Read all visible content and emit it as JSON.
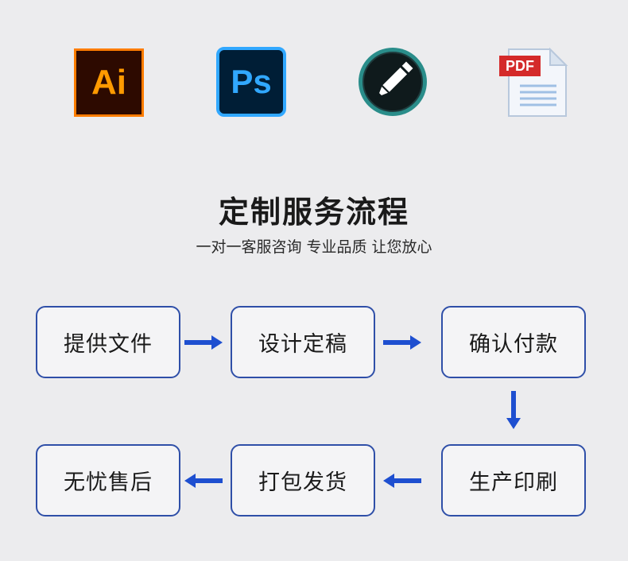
{
  "software_icons": {
    "ai_label": "Ai",
    "ps_label": "Ps",
    "pdf_label": "PDF"
  },
  "heading": {
    "title": "定制服务流程",
    "subtitle": "一对一客服咨询 专业品质 让您放心"
  },
  "process": {
    "steps": [
      {
        "label": "提供文件"
      },
      {
        "label": "设计定稿"
      },
      {
        "label": "确认付款"
      },
      {
        "label": "生产印刷"
      },
      {
        "label": "打包发货"
      },
      {
        "label": "无忧售后"
      }
    ]
  },
  "colors": {
    "background": "#ececee",
    "step_border": "#2f4fa8",
    "arrow": "#1e4fd0",
    "ai_orange": "#ff7c00",
    "ps_blue": "#31a8ff",
    "pdf_red": "#d42a2a"
  }
}
